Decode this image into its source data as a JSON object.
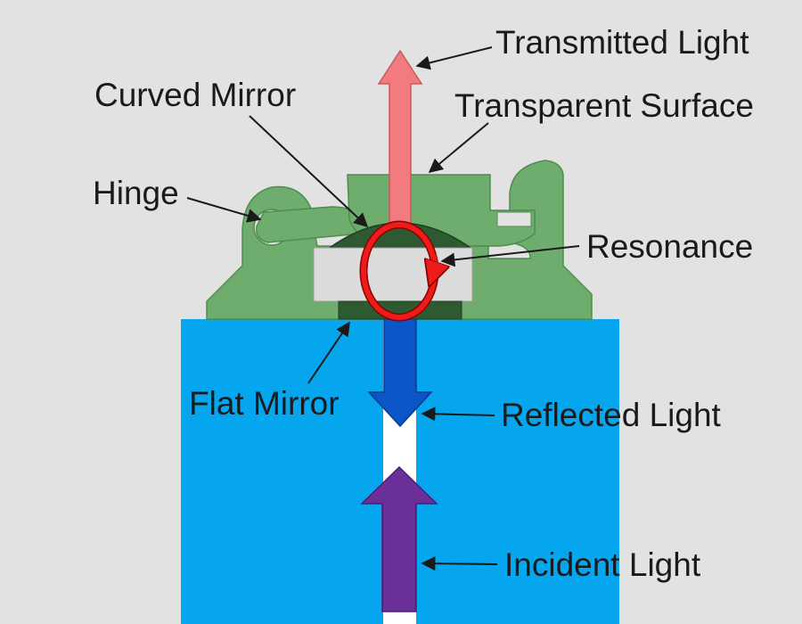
{
  "diagram": {
    "labels": {
      "transmitted_light": "Transmitted Light",
      "curved_mirror": "Curved Mirror",
      "transparent_surface": "Transparent Surface",
      "hinge": "Hinge",
      "resonance": "Resonance",
      "flat_mirror": "Flat Mirror",
      "reflected_light": "Reflected Light",
      "incident_light": "Incident Light"
    },
    "colors": {
      "background": "#e2e2e2",
      "substrate": "#06a6ee",
      "housing": "#6ead6d",
      "cavity": "#dcdcdc",
      "mirror": "#2d5a30",
      "transmitted_arrow": "#f27b80",
      "reflected_arrow": "#0a55c8",
      "incident_arrow": "#6b2f99",
      "resonance_loop": "#ee1b1b",
      "channel": "#ffffff"
    }
  }
}
